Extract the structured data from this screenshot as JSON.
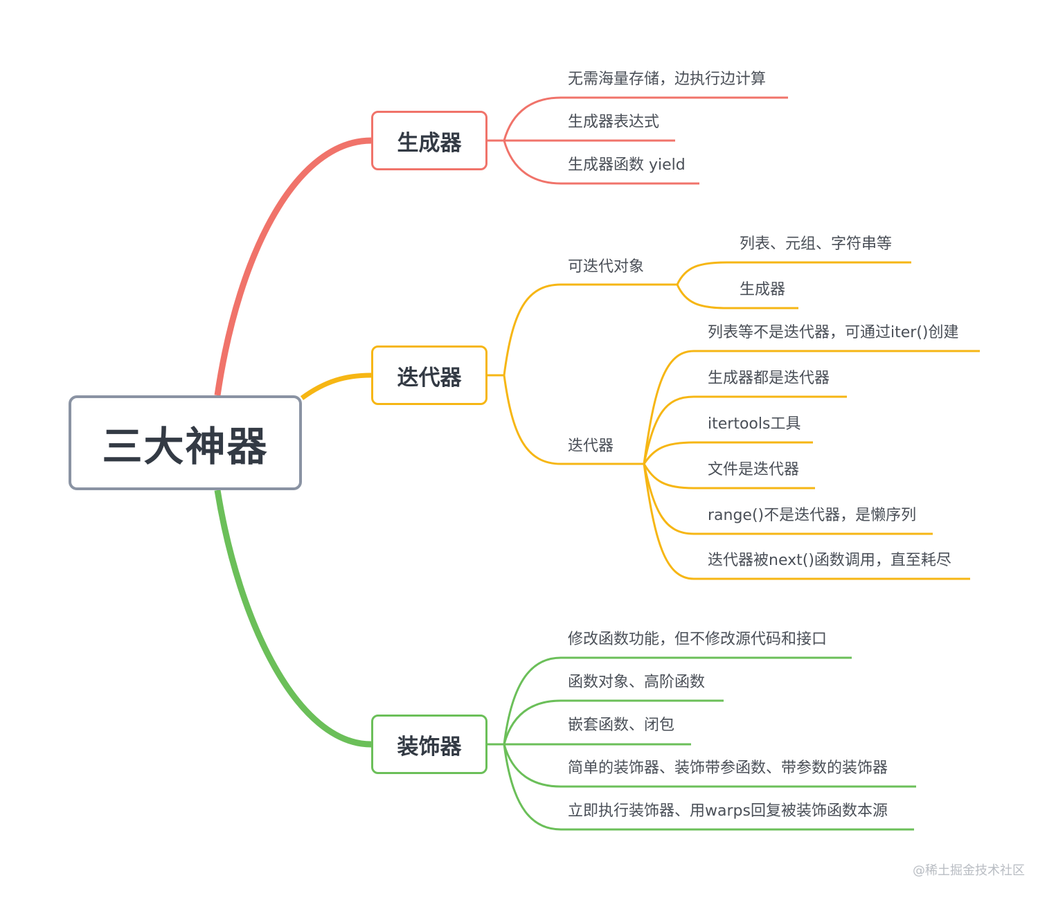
{
  "root": {
    "label": "三大神器"
  },
  "colors": {
    "root_border": "#8a93a3",
    "generator": "#f0736a",
    "iterator": "#f6b614",
    "decorator": "#6bbf59",
    "text": "#4a4f57"
  },
  "branches": {
    "generator": {
      "label": "生成器",
      "items": [
        "无需海量存储，边执行边计算",
        "生成器表达式",
        "生成器函数 yield"
      ]
    },
    "iterator": {
      "label": "迭代器",
      "iterable": {
        "label": "可迭代对象",
        "items": [
          "列表、元组、字符串等",
          "生成器"
        ]
      },
      "iterator_node": {
        "label": "迭代器",
        "items": [
          "列表等不是迭代器，可通过iter()创建",
          "生成器都是迭代器",
          "itertools工具",
          "文件是迭代器",
          "range()不是迭代器，是懒序列",
          "迭代器被next()函数调用，直至耗尽"
        ]
      }
    },
    "decorator": {
      "label": "装饰器",
      "items": [
        "修改函数功能，但不修改源代码和接口",
        "函数对象、高阶函数",
        "嵌套函数、闭包",
        "简单的装饰器、装饰带参函数、带参数的装饰器",
        "立即执行装饰器、用warps回复被装饰函数本源"
      ]
    }
  },
  "watermark": "@稀土掘金技术社区"
}
